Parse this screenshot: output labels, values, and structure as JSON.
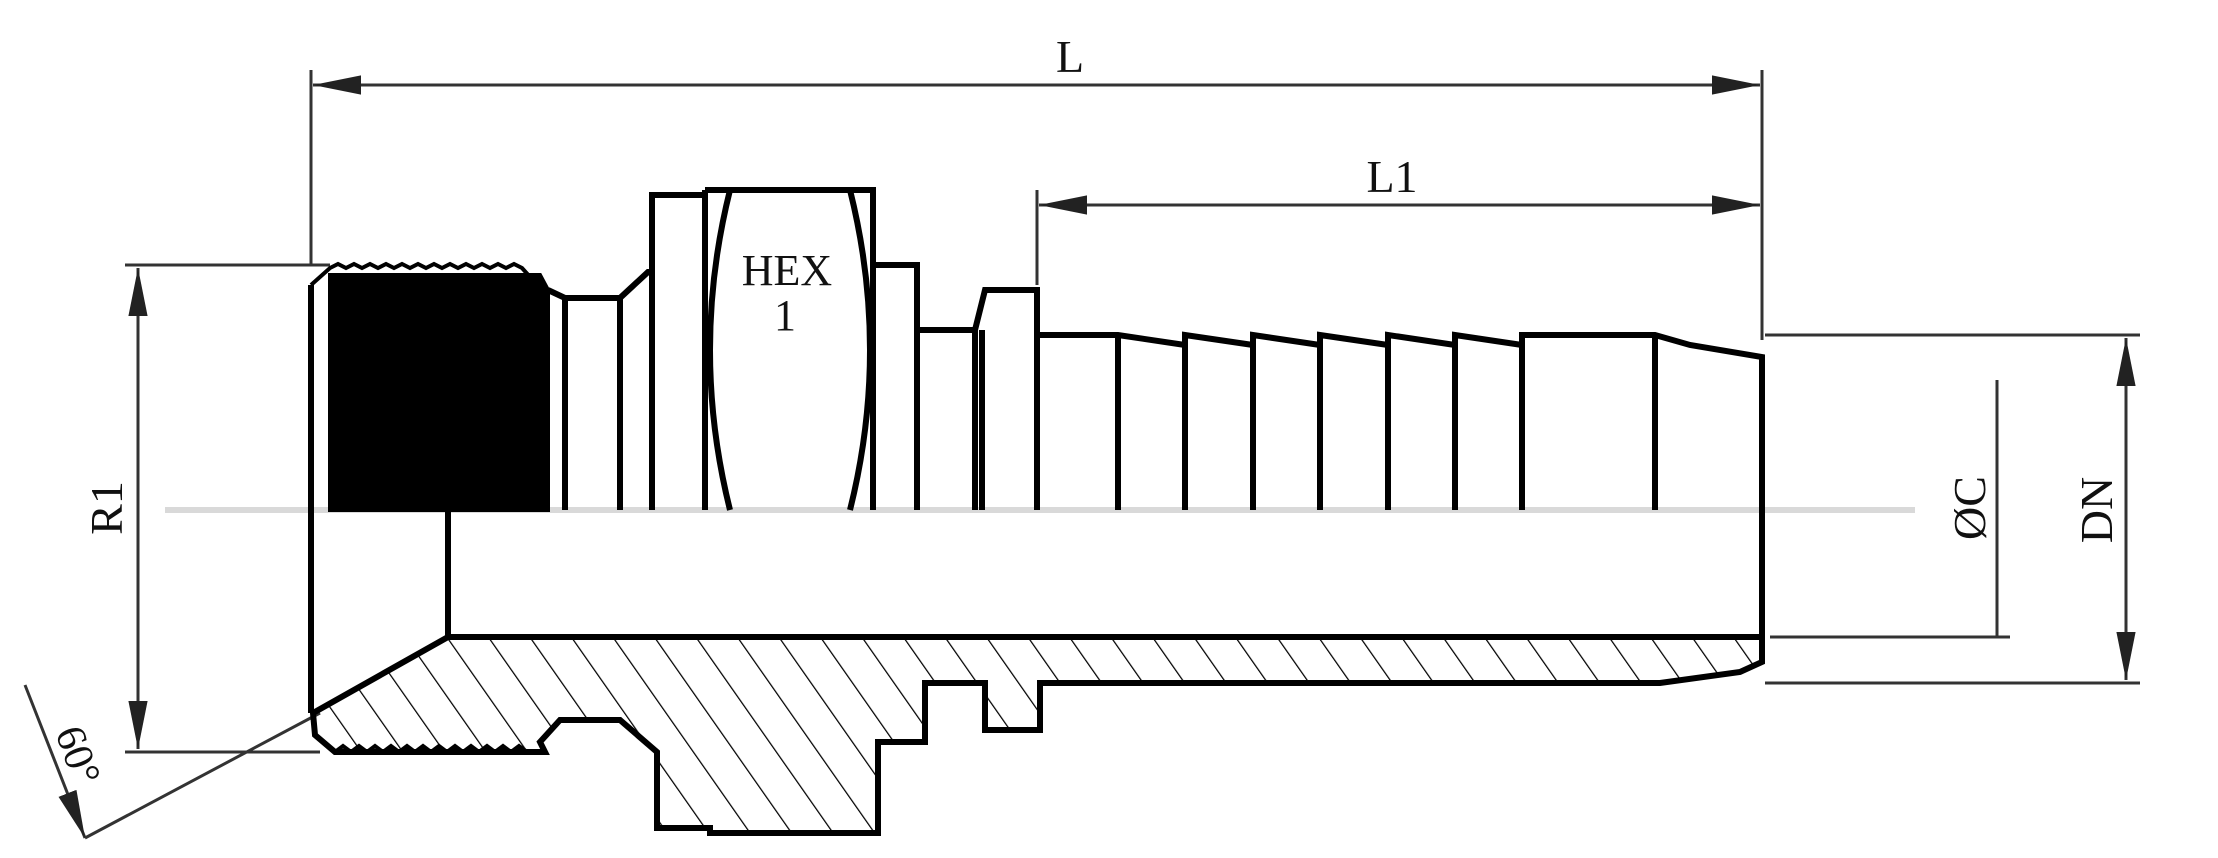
{
  "drawing": {
    "type": "technical-section-drawing",
    "subject": "hydraulic hose fitting with male taper thread (R1) and barbed hose tail",
    "dimensions": {
      "overall_length": {
        "label": "L"
      },
      "tail_length": {
        "label": "L1"
      },
      "thread": {
        "label": "R1"
      },
      "hex": {
        "label_line1": "HEX",
        "label_line2": "1"
      },
      "bore_diameter": {
        "label": "ØC"
      },
      "nominal_diameter": {
        "label": "DN"
      },
      "thread_angle": {
        "label": "60°"
      }
    },
    "colors": {
      "line": "#000000",
      "dimension_line": "#333333",
      "centerline": "#d9d9d9",
      "thread_fill": "#000000",
      "background": "#ffffff"
    }
  }
}
